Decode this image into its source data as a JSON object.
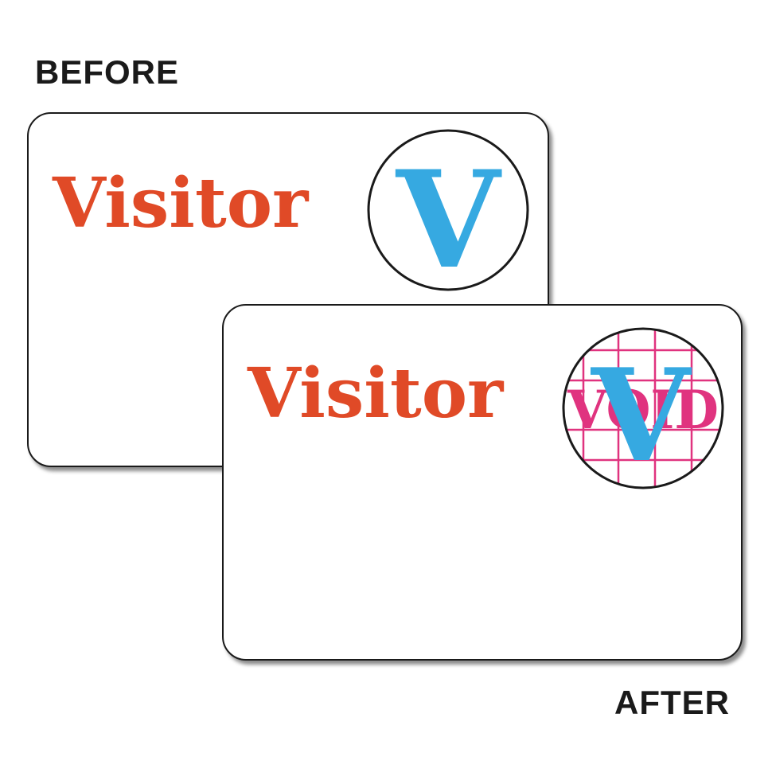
{
  "captions": {
    "before": "BEFORE",
    "after": "AFTER"
  },
  "badge_before": {
    "word": "Visitor",
    "seal_letter": "V"
  },
  "badge_after": {
    "word": "Visitor",
    "seal_letter": "V",
    "void_text": "VOID"
  },
  "colors": {
    "word": "#e04a27",
    "seal_letter": "#36a9e1",
    "void": "#e0337f",
    "outline": "#1a1a1a"
  }
}
